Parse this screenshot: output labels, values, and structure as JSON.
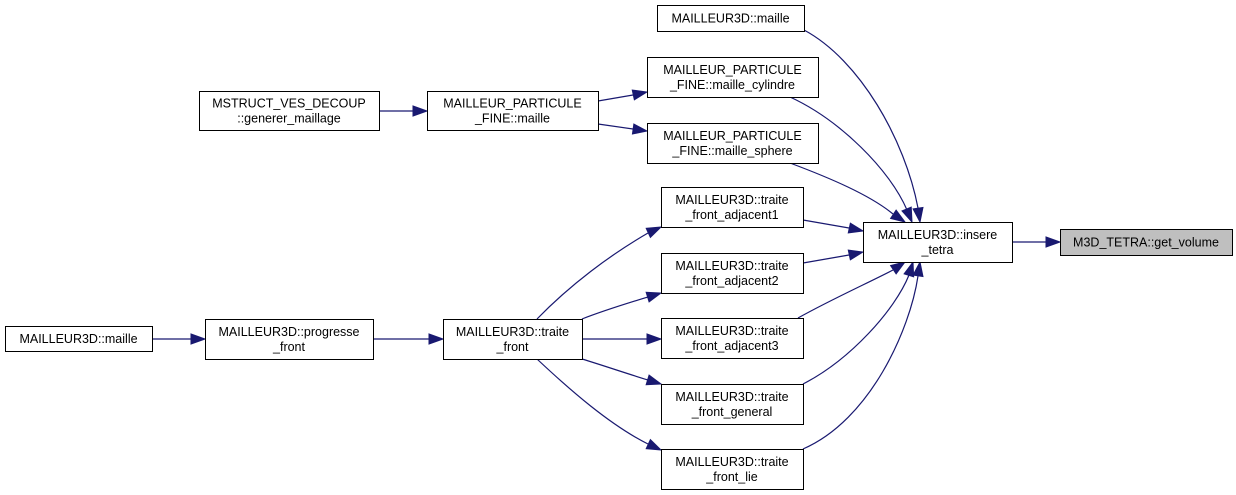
{
  "diagram": {
    "type": "call-graph",
    "colors": {
      "edge": "#191970",
      "node_fill": "#ffffff",
      "focus_node_fill": "#bfbfbf",
      "node_border": "#000000"
    },
    "focus_node": "get_volume",
    "nodes": [
      {
        "id": "get_volume",
        "lines": [
          "M3D_TETRA::get_volume"
        ],
        "focus": true
      },
      {
        "id": "insere_tetra",
        "lines": [
          "MAILLEUR3D::insere",
          "_tetra"
        ]
      },
      {
        "id": "maille3d_top",
        "lines": [
          "MAILLEUR3D::maille"
        ]
      },
      {
        "id": "maille_cylindre",
        "lines": [
          "MAILLEUR_PARTICULE",
          "_FINE::maille_cylindre"
        ]
      },
      {
        "id": "maille_sphere",
        "lines": [
          "MAILLEUR_PARTICULE",
          "_FINE::maille_sphere"
        ]
      },
      {
        "id": "particule_maille",
        "lines": [
          "MAILLEUR_PARTICULE",
          "_FINE::maille"
        ]
      },
      {
        "id": "generer_maillage",
        "lines": [
          "MSTRUCT_VES_DECOUP",
          "::generer_maillage"
        ]
      },
      {
        "id": "adjacent1",
        "lines": [
          "MAILLEUR3D::traite",
          "_front_adjacent1"
        ]
      },
      {
        "id": "adjacent2",
        "lines": [
          "MAILLEUR3D::traite",
          "_front_adjacent2"
        ]
      },
      {
        "id": "adjacent3",
        "lines": [
          "MAILLEUR3D::traite",
          "_front_adjacent3"
        ]
      },
      {
        "id": "general",
        "lines": [
          "MAILLEUR3D::traite",
          "_front_general"
        ]
      },
      {
        "id": "lie",
        "lines": [
          "MAILLEUR3D::traite",
          "_front_lie"
        ]
      },
      {
        "id": "traite_front",
        "lines": [
          "MAILLEUR3D::traite",
          "_front"
        ]
      },
      {
        "id": "progresse_front",
        "lines": [
          "MAILLEUR3D::progresse",
          "_front"
        ]
      },
      {
        "id": "maille3d_left",
        "lines": [
          "MAILLEUR3D::maille"
        ]
      }
    ],
    "edges": [
      {
        "from": "insere_tetra",
        "to": "get_volume"
      },
      {
        "from": "maille3d_top",
        "to": "insere_tetra"
      },
      {
        "from": "maille_cylindre",
        "to": "insere_tetra"
      },
      {
        "from": "maille_sphere",
        "to": "insere_tetra"
      },
      {
        "from": "adjacent1",
        "to": "insere_tetra"
      },
      {
        "from": "adjacent2",
        "to": "insere_tetra"
      },
      {
        "from": "adjacent3",
        "to": "insere_tetra"
      },
      {
        "from": "general",
        "to": "insere_tetra"
      },
      {
        "from": "lie",
        "to": "insere_tetra"
      },
      {
        "from": "generer_maillage",
        "to": "particule_maille"
      },
      {
        "from": "particule_maille",
        "to": "maille_cylindre"
      },
      {
        "from": "particule_maille",
        "to": "maille_sphere"
      },
      {
        "from": "maille3d_left",
        "to": "progresse_front"
      },
      {
        "from": "progresse_front",
        "to": "traite_front"
      },
      {
        "from": "traite_front",
        "to": "adjacent1"
      },
      {
        "from": "traite_front",
        "to": "adjacent2"
      },
      {
        "from": "traite_front",
        "to": "adjacent3"
      },
      {
        "from": "traite_front",
        "to": "general"
      },
      {
        "from": "traite_front",
        "to": "lie"
      }
    ]
  }
}
